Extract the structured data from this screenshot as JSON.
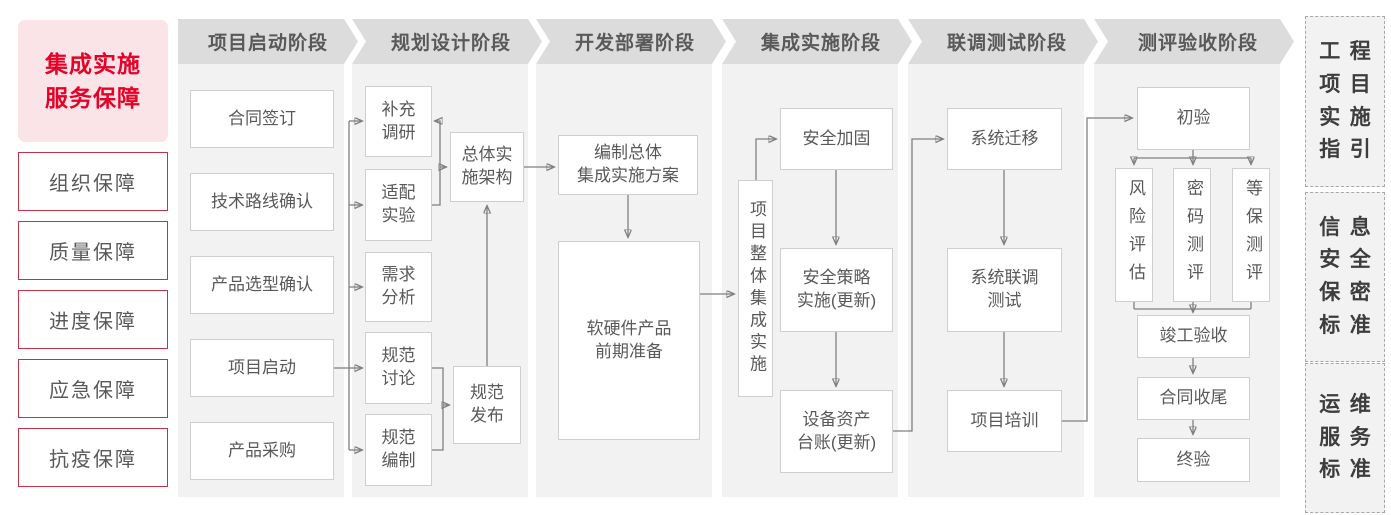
{
  "sidebar": {
    "title": "集成实施\n服务保障",
    "items": {
      "organization": "组织保障",
      "quality": "质量保障",
      "schedule": "进度保障",
      "emergency": "应急保障",
      "epidemic": "抗疫保障"
    }
  },
  "phases": [
    {
      "label": "项目启动阶段",
      "steps": {
        "contract_signing": "合同签订",
        "tech_route_confirm": "技术路线确认",
        "product_selection_confirm": "产品选型确认",
        "project_kickoff": "项目启动",
        "product_procurement": "产品采购"
      }
    },
    {
      "label": "规划设计阶段",
      "steps": {
        "supplementary_research": "补充\n调研",
        "adaptation_test": "适配\n实验",
        "requirement_analysis": "需求\n分析",
        "spec_discussion": "规范\n讨论",
        "spec_compilation": "规范\n编制",
        "overall_impl_architecture": "总体实\n施架构",
        "spec_release": "规范\n发布"
      }
    },
    {
      "label": "开发部署阶段",
      "steps": {
        "overall_integration_plan": "编制总体\n集成实施方案",
        "hw_sw_preparation": "软硬件产品\n前期准备"
      }
    },
    {
      "label": "集成实施阶段",
      "steps": {
        "overall_project_integration": "项目整体集成实施",
        "security_hardening": "安全加固",
        "security_policy_update": "安全策略\n实施(更新)",
        "asset_ledger_update": "设备资产\n台账(更新)"
      }
    },
    {
      "label": "联调测试阶段",
      "steps": {
        "system_migration": "系统迁移",
        "joint_debug_test": "系统联调\n测试",
        "project_training": "项目培训"
      }
    },
    {
      "label": "测评验收阶段",
      "steps": {
        "initial_acceptance": "初验",
        "risk_assessment": "风险评估",
        "crypto_evaluation": "密码测评",
        "classified_protection_evaluation": "等保测评",
        "completion_acceptance": "竣工验收",
        "contract_closure": "合同收尾",
        "final_acceptance": "终验"
      }
    }
  ],
  "standards": {
    "engineering_guide": "工程\n项目\n实施\n指引",
    "info_security": "信息\n安全\n保密\n标准",
    "ops_service": "运维\n服务\n标准"
  },
  "colors": {
    "accent_red_border": "#c53246",
    "title_red_text": "#e60127",
    "title_pink_bg": "#fbe4e8",
    "header_bg": "#dcdcdc",
    "panel_bg": "#f2f2f3",
    "box_border": "#cfcfcf",
    "text_gray": "#595959",
    "connector_gray": "#7f7f7f",
    "standards_text": "#3d3d3d"
  }
}
